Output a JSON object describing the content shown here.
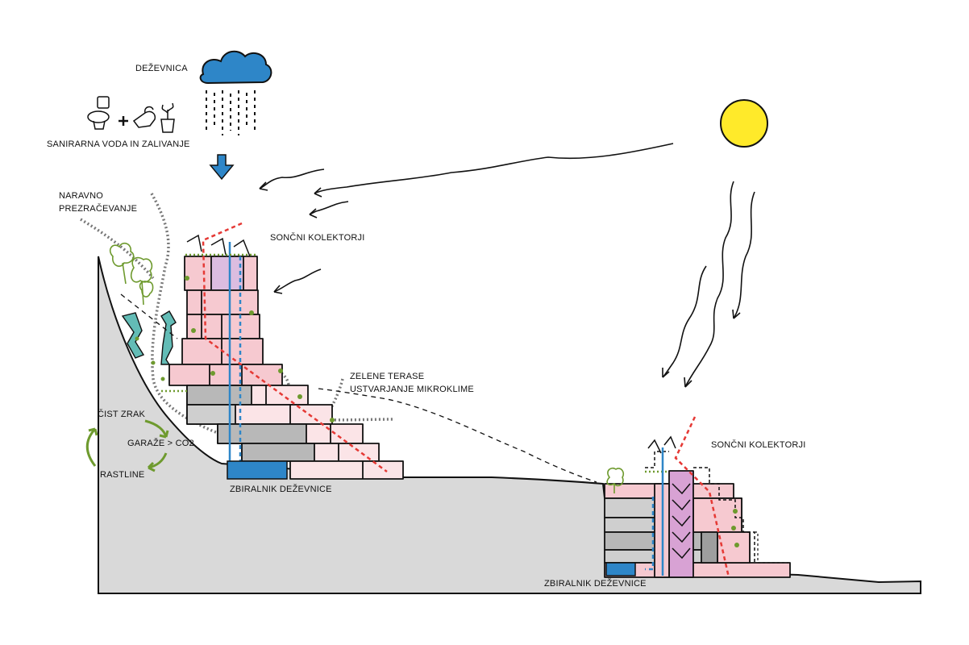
{
  "labels": {
    "rainwater": "DEŽEVNICA",
    "sanitary_water": "SANIRARNA VODA IN ZALIVANJE",
    "natural_ventilation_1": "NARAVNO",
    "natural_ventilation_2": "PREZRAČEVANJE",
    "solar_collectors_left": "SONČNI KOLEKTORJI",
    "green_terraces_1": "ZELENE TERASE",
    "green_terraces_2": "USTVARJANJE MIKROKLIME",
    "clean_air": "ČIST ZRAK",
    "garages_co2": "GARAŽE > CO2",
    "plants": "RASTLINE",
    "rain_tank_left": "ZBIRALNIK DEŽEVNICE",
    "solar_collectors_right": "SONČNI KOLEKTORJI",
    "rain_tank_right": "ZBIRALNIK DEŽEVNICE"
  },
  "icons": [
    "cloud-icon",
    "rain-icon",
    "sun-icon",
    "toilet-icon",
    "watering-can-icon",
    "potted-plant-icon",
    "plus-icon",
    "down-arrow-icon",
    "tree-icon"
  ],
  "colors": {
    "ground": "#d9d9d9",
    "cloud_water": "#2e86c8",
    "sun": "#ffea2a",
    "pink_floor": "#f6c9d0",
    "light_pink_floor": "#fbe4e7",
    "purple_core": "#d8a2d4",
    "grey_garage": "#b8b8b8",
    "green": "#6e9a2e",
    "teal_flow": "#63bcb6",
    "red_dash": "#e53935",
    "blue_pipe": "#2e86c8"
  }
}
